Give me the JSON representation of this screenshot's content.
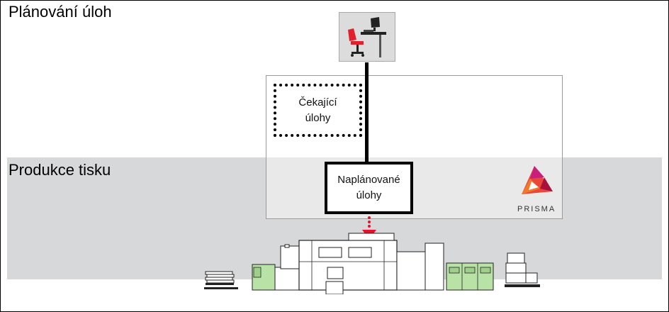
{
  "sections": {
    "planning_title": "Plánování úloh",
    "production_title": "Produkce tisku"
  },
  "boxes": {
    "waiting_jobs": "Čekající\núlohy",
    "scheduled_jobs": "Naplánované\núlohy"
  },
  "brand": {
    "name": "PRISMA"
  },
  "colors": {
    "production_band": "#d7d8d9",
    "arrow_red": "#e8102a",
    "tray_green": "#b9e3a6"
  }
}
